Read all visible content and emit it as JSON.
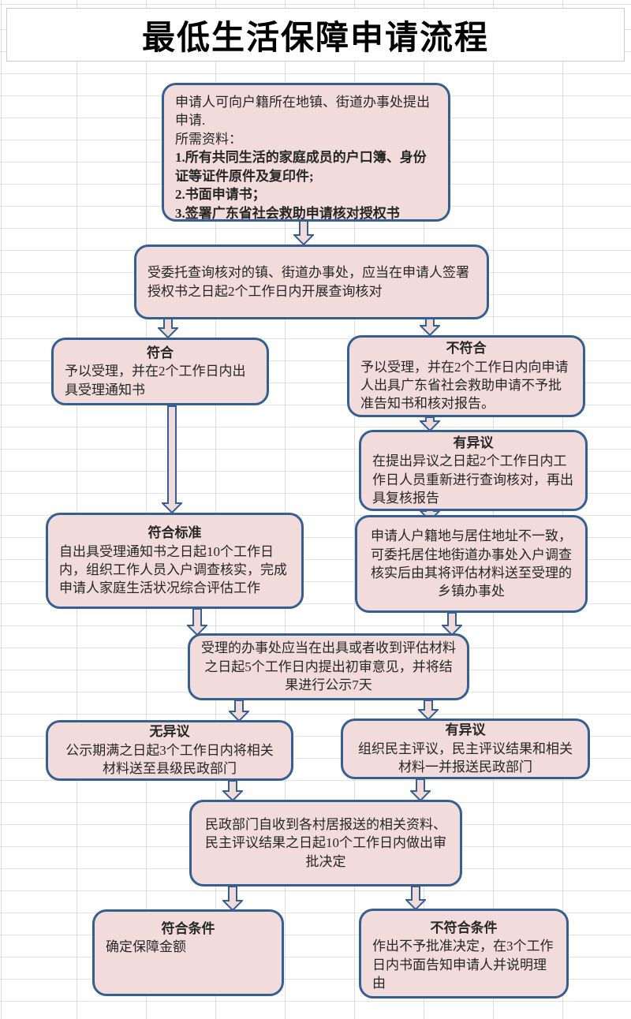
{
  "page": {
    "title": "最低生活保障申请流程"
  },
  "colors": {
    "box_fill": "#F2DCDB",
    "box_border": "#365F91",
    "grid_line": "#DCDCDC"
  },
  "flow": {
    "apply": {
      "line1": "申请人可向户籍所在地镇、街道办事处提出申请.",
      "line2": "所需资料：",
      "item1": "1.所有共同生活的家庭成员的户口簿、身份证等证件原件及复印件;",
      "item2": "2.书面申请书；",
      "item3": "3.签署广东省社会救助申请核对授权书"
    },
    "check": {
      "body": "受委托查询核对的镇、街道办事处，应当在申请人签署授权书之日起2个工作日内开展查询核对"
    },
    "pass": {
      "title": "符合",
      "body": "予以受理，并在2个工作日内出具受理通知书"
    },
    "fail": {
      "title": "不符合",
      "body": "予以受理，并在2个工作日内向申请人出具广东省社会救助申请不予批准告知书和核对报告。"
    },
    "objection1": {
      "title": "有异议",
      "body": "在提出异议之日起2个工作日内工作日人员重新进行查询核对，再出具复核报告"
    },
    "meet_standard": {
      "title": "符合标准",
      "body": "自出具受理通知书之日起10个工作日内，组织工作人员入户调查核实，完成申请人家庭生活状况综合评估工作"
    },
    "different_residence": {
      "body": "申请人户籍地与居住地址不一致，可委托居住地街道办事处入户调查核实后由其将评估材料送至受理的乡镇办事处"
    },
    "initial_review": {
      "body": "受理的办事处应当在出具或者收到评估材料之日起5个工作日内提出初审意见，并将结果进行公示7天"
    },
    "no_objection": {
      "title": "无异议",
      "body": "公示期满之日起3个工作日内将相关材料送至县级民政部门"
    },
    "objection2": {
      "title": "有异议",
      "body": "组织民主评议，民主评议结果和相关材料一并报送民政部门"
    },
    "approval": {
      "body": "民政部门自收到各村居报送的相关资料、民主评议结果之日起10个工作日内做出审批决定"
    },
    "qualified": {
      "title": "符合条件",
      "body": "确定保障金额"
    },
    "unqualified": {
      "title": "不符合条件",
      "body": "作出不予批准决定，在3个工作日内书面告知申请人并说明理由"
    }
  }
}
